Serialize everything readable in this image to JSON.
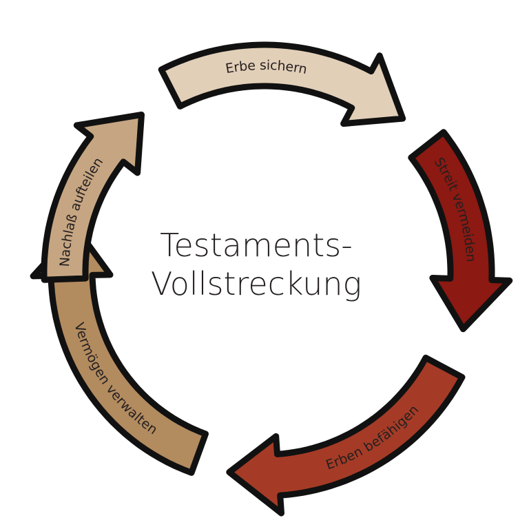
{
  "title": {
    "line1": "Testaments-",
    "line2": "Vollstreckung"
  },
  "arrows": [
    {
      "label": "Erbe sichern",
      "fill": "#e2cfb8",
      "text_color": "#231f20"
    },
    {
      "label": "Streit vermeiden",
      "fill": "#8c1912",
      "text_color": "#231f20"
    },
    {
      "label": "Erben befähigen",
      "fill": "#a53b26",
      "text_color": "#231f20"
    },
    {
      "label": "Vermögen verwalten",
      "fill": "#b28b5f",
      "text_color": "#231f20"
    },
    {
      "label": "Nachlaß aufteilen",
      "fill": "#c6a682",
      "text_color": "#231f20"
    }
  ]
}
